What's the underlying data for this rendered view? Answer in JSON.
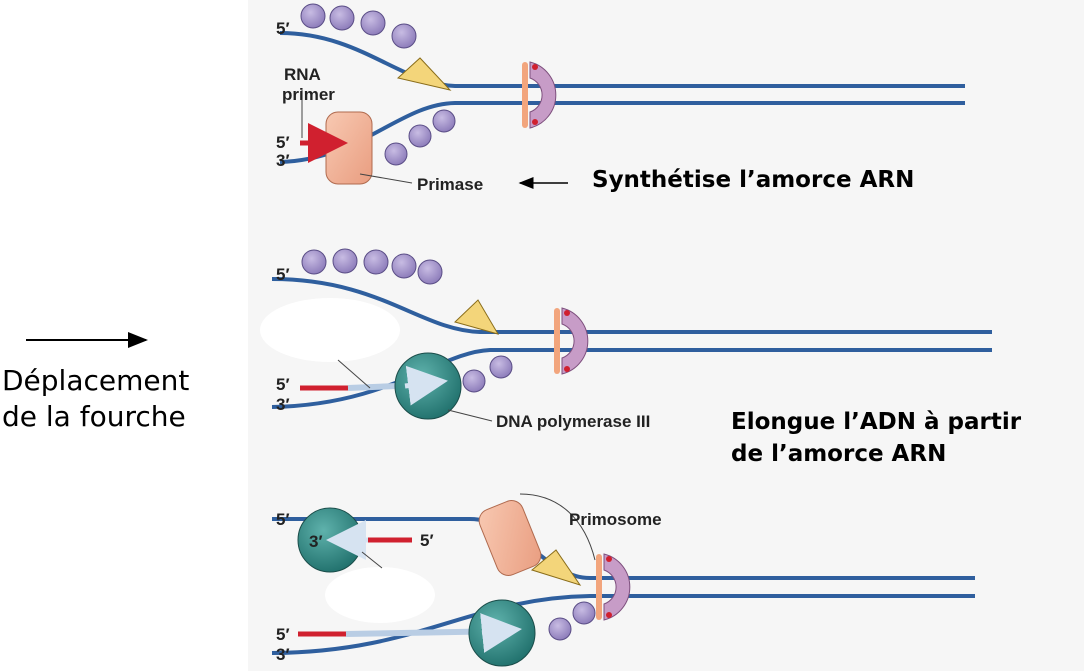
{
  "side": {
    "line1": "Déplacement",
    "line2": "de la fourche"
  },
  "panel1": {
    "five_prime_top": "5′",
    "rna_primer_line1": "RNA",
    "rna_primer_line2": "primer",
    "five_prime_bottom": "5′",
    "three_prime_bottom": "3′",
    "primase_label": "Primase",
    "caption": "Synthétise l’amorce ARN"
  },
  "panel2": {
    "five_prime_top": "5′",
    "five_prime_bottom": "5′",
    "three_prime_bottom": "3′",
    "polymerase_label": "DNA polymerase III",
    "caption_line1": "Elongue l’ADN à partir",
    "caption_line2": "de l’amorce  ARN"
  },
  "panel3": {
    "five_prime_top": "5′",
    "three_prime_in_pol": "3′",
    "five_prime_fragment": "5′",
    "primosome_label": "Primosome",
    "five_prime_bottom": "5′",
    "three_prime_bottom": "3′"
  },
  "colors": {
    "dna_strand": "#2f5f9e",
    "rna_primer": "#d0202f",
    "new_dna": "#b9cde4",
    "ssb_protein": "#a999cc",
    "primase": "#f2b49a",
    "helicase": "#f3d57a",
    "clamp": "#c79cc7",
    "polymerase": "#2f8b86"
  }
}
